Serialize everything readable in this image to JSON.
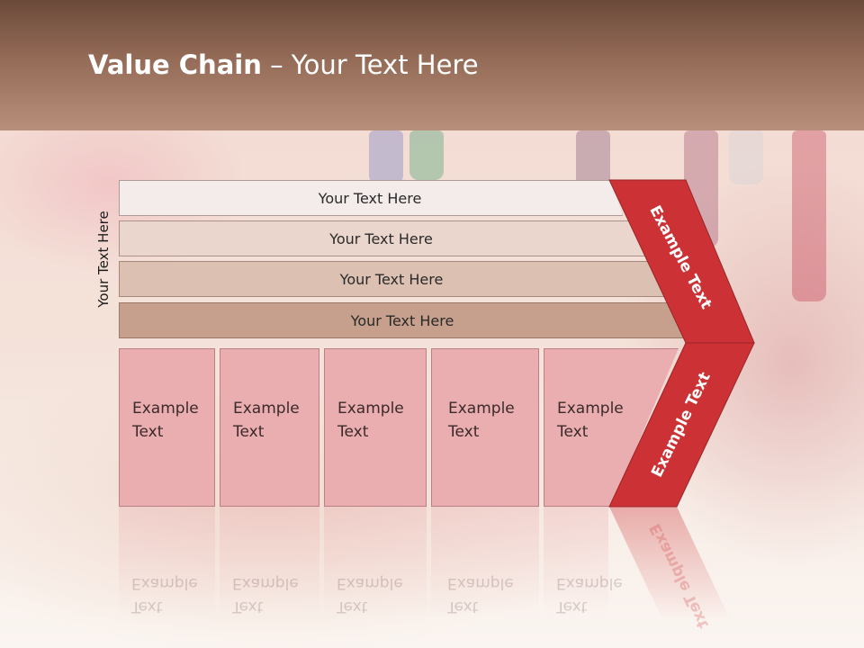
{
  "slide": {
    "title_bold": "Value Chain",
    "title_rest": " – Your Text Here"
  },
  "diagram": {
    "side_label": "Your Text Here",
    "rows": [
      {
        "label": "Your Text Here",
        "color": "#f4ecea"
      },
      {
        "label": "Your Text Here",
        "color": "#ebd6ce"
      },
      {
        "label": "Your Text Here",
        "color": "#dcc0b2"
      },
      {
        "label": "Your Text Here",
        "color": "#c6a08c"
      }
    ],
    "columns": [
      {
        "line1": "Example",
        "line2": "Text"
      },
      {
        "line1": "Example",
        "line2": "Text"
      },
      {
        "line1": "Example",
        "line2": "Text"
      },
      {
        "line1": "Example",
        "line2": "Text"
      },
      {
        "line1": "Example",
        "line2": "Text"
      }
    ],
    "chevron_top_label": "Example Text",
    "chevron_bottom_label": "Example Text",
    "accent_color": "#cc3235"
  }
}
